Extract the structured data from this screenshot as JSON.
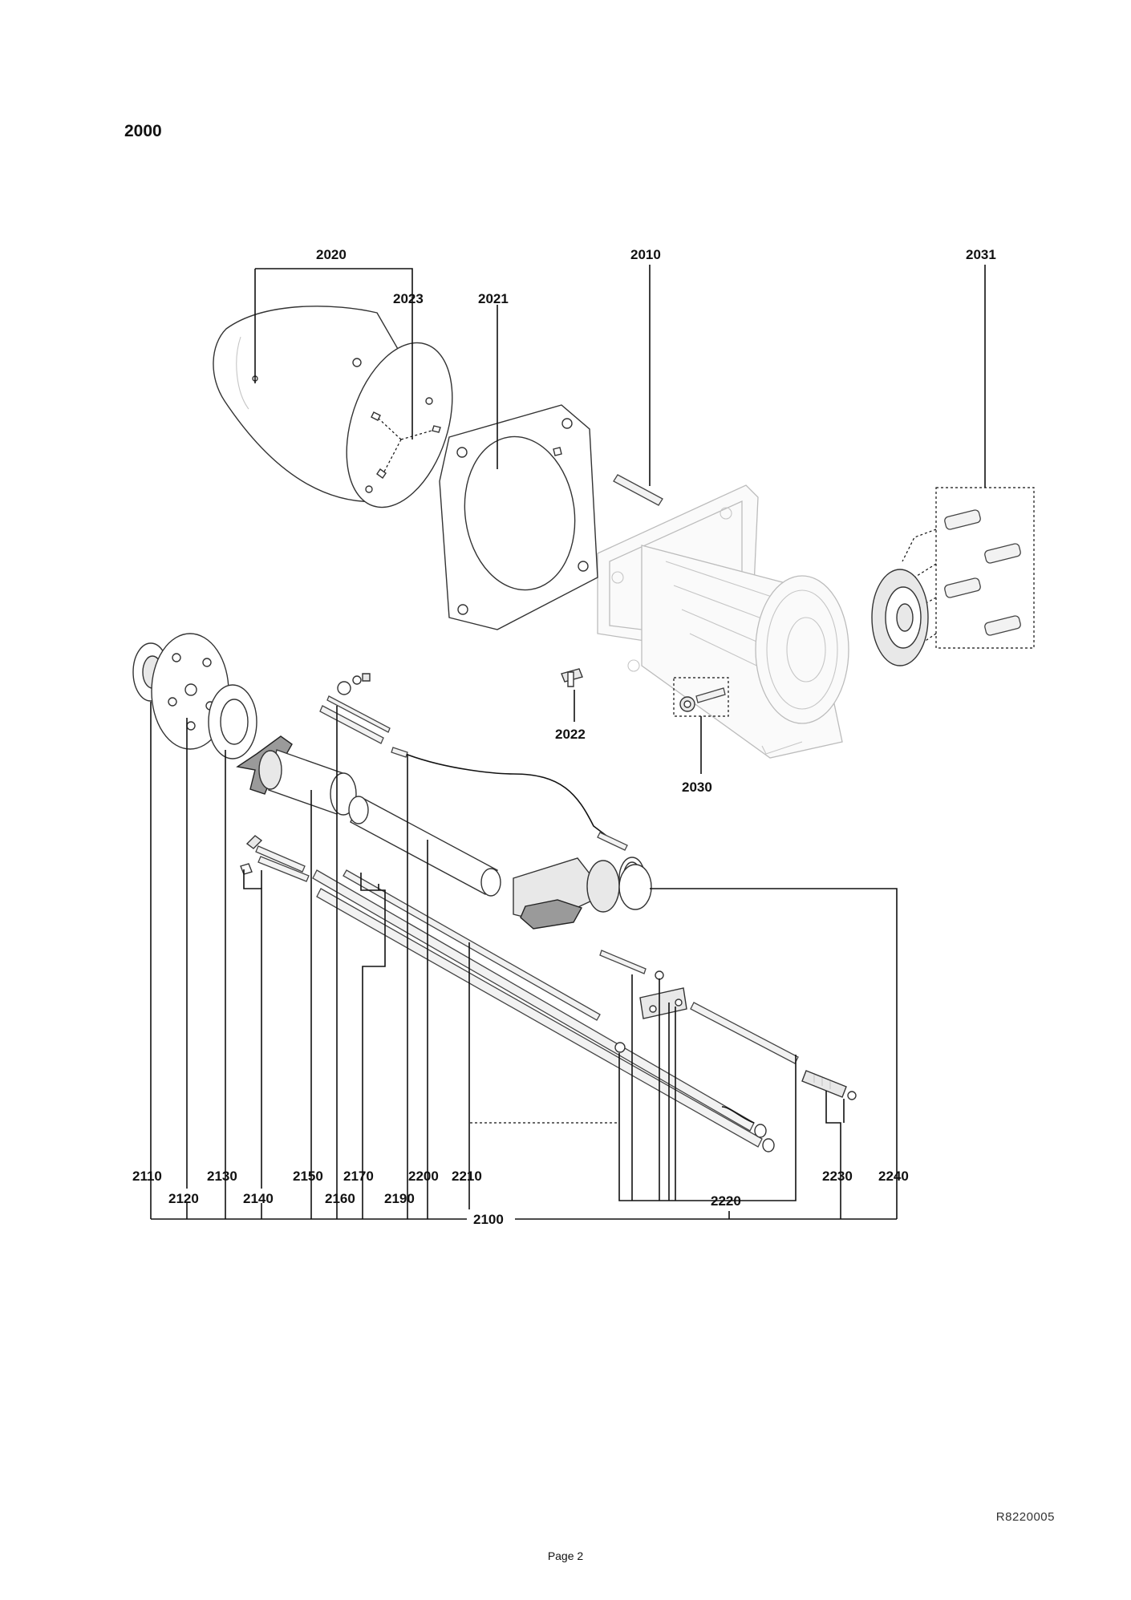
{
  "title": "2000",
  "labels": {
    "l2020": "2020",
    "l2023": "2023",
    "l2021": "2021",
    "l2010": "2010",
    "l2031": "2031",
    "l2022": "2022",
    "l2030": "2030",
    "l2110": "2110",
    "l2120": "2120",
    "l2130": "2130",
    "l2140": "2140",
    "l2150": "2150",
    "l2160": "2160",
    "l2170": "2170",
    "l2190": "2190",
    "l2200": "2200",
    "l2210": "2210",
    "l2220": "2220",
    "l2230": "2230",
    "l2240": "2240",
    "l2100": "2100"
  },
  "reference_code": "R8220005",
  "page_number": "Page 2"
}
